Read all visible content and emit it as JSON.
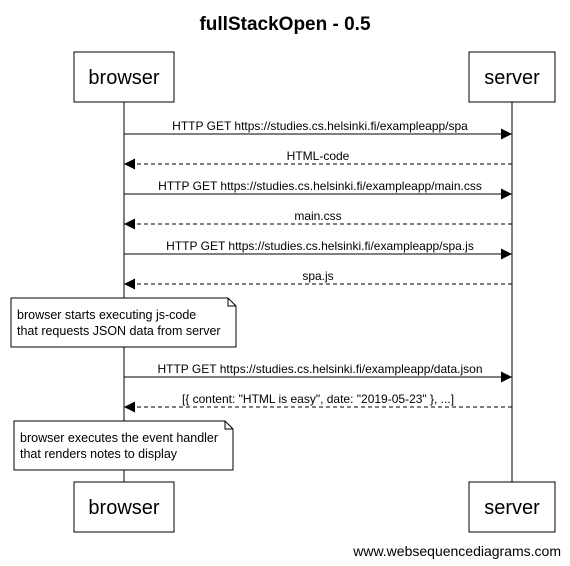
{
  "title": "fullStackOpen - 0.5",
  "participants": {
    "left": "browser",
    "right": "server"
  },
  "messages": [
    {
      "label": "HTTP GET https://studies.cs.helsinki.fi/exampleapp/spa",
      "direction": "to-server",
      "style": "solid"
    },
    {
      "label": "HTML-code",
      "direction": "to-browser",
      "style": "dashed"
    },
    {
      "label": "HTTP GET https://studies.cs.helsinki.fi/exampleapp/main.css",
      "direction": "to-server",
      "style": "solid"
    },
    {
      "label": "main.css",
      "direction": "to-browser",
      "style": "dashed"
    },
    {
      "label": "HTTP GET https://studies.cs.helsinki.fi/exampleapp/spa.js",
      "direction": "to-server",
      "style": "solid"
    },
    {
      "label": "spa.js",
      "direction": "to-browser",
      "style": "dashed"
    },
    {
      "label": "HTTP GET https://studies.cs.helsinki.fi/exampleapp/data.json",
      "direction": "to-server",
      "style": "solid"
    },
    {
      "label": "[{ content: \"HTML is easy\", date: \"2019-05-23\" }, ...]",
      "direction": "to-browser",
      "style": "dashed"
    }
  ],
  "notes": [
    {
      "line1": "browser starts executing js-code",
      "line2": "that requests JSON data from server"
    },
    {
      "line1": "browser executes the event handler",
      "line2": "that renders notes to display"
    }
  ],
  "footer": "www.websequencediagrams.com",
  "colors": {
    "line": "#000000",
    "background": "#ffffff",
    "note_fill": "#ffffff"
  }
}
